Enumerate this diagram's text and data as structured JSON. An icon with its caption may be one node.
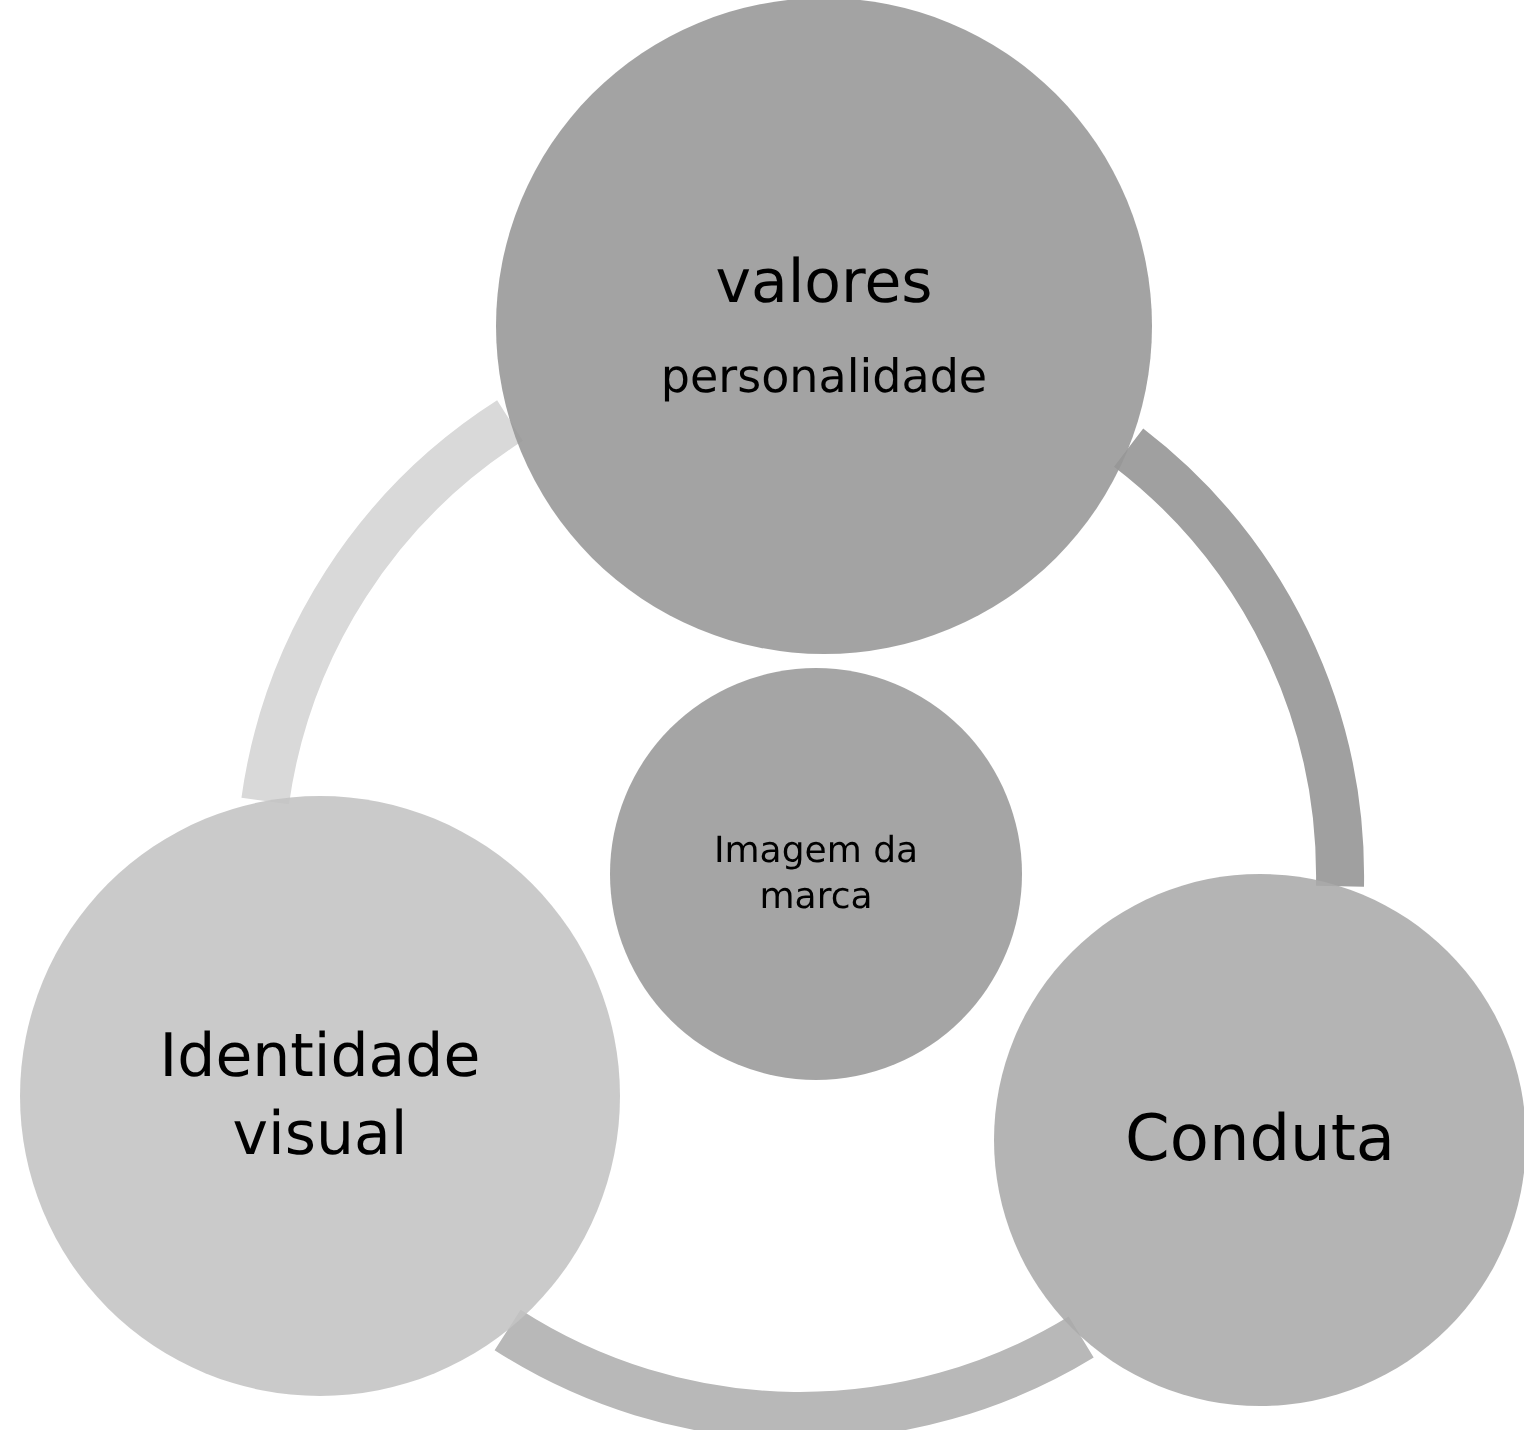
{
  "diagram": {
    "nodes": [
      {
        "text": [
          "valores",
          "personalidade"
        ]
      },
      {
        "text": [
          "Imagem da marca"
        ]
      },
      {
        "text": [
          "Identidade visual"
        ]
      },
      {
        "text": [
          "Conduta"
        ]
      }
    ],
    "edges": [
      {
        "from": 0,
        "to": 3,
        "arrow": "none",
        "color": "#a0a0a0"
      },
      {
        "from": 3,
        "to": 2,
        "arrow": "none",
        "color": "#b8b8b8"
      },
      {
        "from": 2,
        "to": 0,
        "arrow": "none",
        "color": "#d9d9d9"
      }
    ]
  }
}
